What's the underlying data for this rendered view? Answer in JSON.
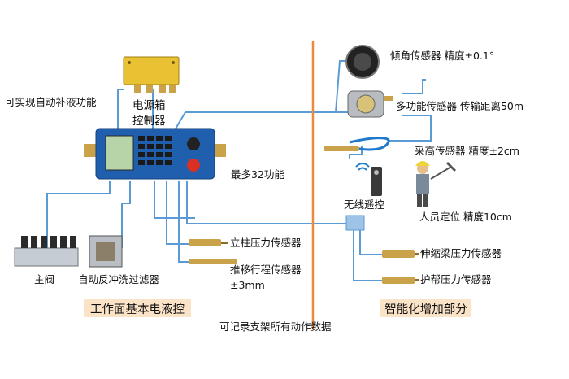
{
  "labels": {
    "auto_refill": "可实现自动补液功能",
    "power_box": "电源箱",
    "controller": "控制器",
    "max_functions": "最多32功能",
    "main_valve": "主阀",
    "backflush_filter": "自动反冲洗过滤器",
    "column_pressure": "立柱压力传感器",
    "push_stroke": "推移行程传感器",
    "push_stroke_precision": "±3mm",
    "record_note": "可记录支架所有动作数据",
    "tilt_sensor": "倾角传感器 精度±0.1°",
    "multi_sensor": "多功能传感器 传输距离50m",
    "height_sensor": "采高传感器 精度±2cm",
    "personnel": "人员定位 精度10cm",
    "wireless": "无线遥控",
    "telescopic_beam": "伸缩梁压力传感器",
    "side_guard": "护帮压力传感器"
  },
  "sections": {
    "left": "工作面基本电液控",
    "right": "智能化增加部分"
  },
  "colors": {
    "line_blue": "#5b9bd5",
    "divider_orange": "#ee8a3c",
    "box_fill": "#fbe3c7",
    "controller_blue": "#1f5fae",
    "power_box_yellow": "#e8c233",
    "sensor_gold": "#c9a24a"
  }
}
